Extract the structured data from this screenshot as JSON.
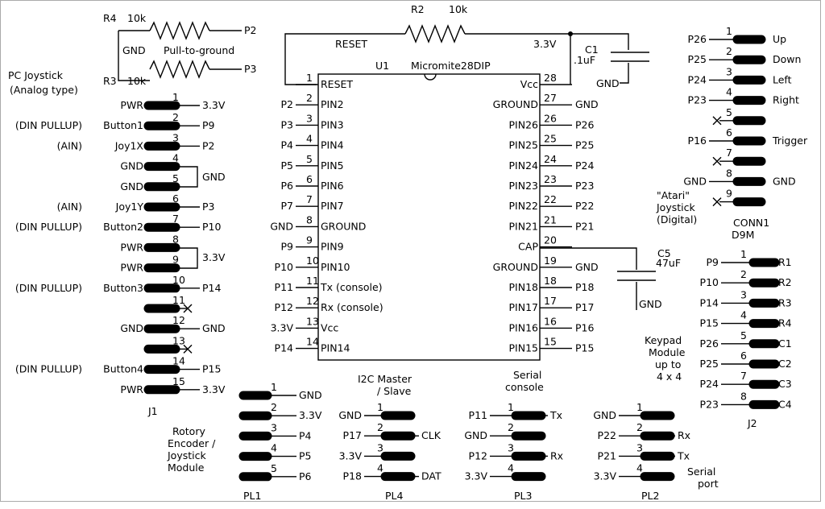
{
  "chip": {
    "ref": "U1",
    "part": "Micromite28DIP",
    "left": [
      {
        "n": "1",
        "name": "RESET",
        "net": ""
      },
      {
        "n": "2",
        "name": "PIN2",
        "net": "P2"
      },
      {
        "n": "3",
        "name": "PIN3",
        "net": "P3"
      },
      {
        "n": "4",
        "name": "PIN4",
        "net": "P4"
      },
      {
        "n": "5",
        "name": "PIN5",
        "net": "P5"
      },
      {
        "n": "6",
        "name": "PIN6",
        "net": "P6"
      },
      {
        "n": "7",
        "name": "PIN7",
        "net": "P7"
      },
      {
        "n": "8",
        "name": "GROUND",
        "net": "GND"
      },
      {
        "n": "9",
        "name": "PIN9",
        "net": "P9"
      },
      {
        "n": "10",
        "name": "PIN10",
        "net": "P10"
      },
      {
        "n": "11",
        "name": "Tx (console)",
        "net": "P11"
      },
      {
        "n": "12",
        "name": "Rx (console)",
        "net": "P12"
      },
      {
        "n": "13",
        "name": "Vcc",
        "net": "3.3V"
      },
      {
        "n": "14",
        "name": "PIN14",
        "net": "P14"
      }
    ],
    "right": [
      {
        "n": "28",
        "name": "Vcc",
        "net": ""
      },
      {
        "n": "27",
        "name": "GROUND",
        "net": "GND"
      },
      {
        "n": "26",
        "name": "PIN26",
        "net": "P26"
      },
      {
        "n": "25",
        "name": "PIN25",
        "net": "P25"
      },
      {
        "n": "24",
        "name": "PIN24",
        "net": "P24"
      },
      {
        "n": "23",
        "name": "PIN23",
        "net": "P23"
      },
      {
        "n": "22",
        "name": "PIN22",
        "net": "P22"
      },
      {
        "n": "21",
        "name": "PIN21",
        "net": "P21"
      },
      {
        "n": "20",
        "name": "CAP",
        "net": ""
      },
      {
        "n": "19",
        "name": "GROUND",
        "net": "GND"
      },
      {
        "n": "18",
        "name": "PIN18",
        "net": "P18"
      },
      {
        "n": "17",
        "name": "PIN17",
        "net": "P17"
      },
      {
        "n": "16",
        "name": "PIN16",
        "net": "P16"
      },
      {
        "n": "15",
        "name": "PIN15",
        "net": "P15"
      }
    ]
  },
  "r2": {
    "ref": "R2",
    "value": "10k",
    "left": "RESET",
    "right": "3.3V"
  },
  "r4": {
    "ref": "R4",
    "value": "10k",
    "net": "P2"
  },
  "r3": {
    "ref": "R3",
    "value": "10k",
    "net": "P3"
  },
  "pulldown": {
    "gnd": "GND",
    "label": "Pull-to-ground"
  },
  "c1": {
    "ref": "C1",
    "value": ".1uF",
    "gnd": "GND"
  },
  "c5": {
    "ref": "C5",
    "value": "47uF",
    "gnd": "GND"
  },
  "j1": {
    "title1": "PC Joystick",
    "title2": "(Analog type)",
    "ref": "J1",
    "pins": [
      {
        "n": "1",
        "label": "PWR",
        "net": "3.3V",
        "note": ""
      },
      {
        "n": "2",
        "label": "Button1",
        "net": "P9",
        "note": "(DIN PULLUP)"
      },
      {
        "n": "3",
        "label": "Joy1X",
        "net": "P2",
        "note": "(AIN)"
      },
      {
        "n": "4",
        "label": "GND",
        "net": "",
        "note": ""
      },
      {
        "n": "5",
        "label": "GND",
        "net": "",
        "note": ""
      },
      {
        "n": "6",
        "label": "Joy1Y",
        "net": "P3",
        "note": "(AIN)"
      },
      {
        "n": "7",
        "label": "Button2",
        "net": "P10",
        "note": "(DIN PULLUP)"
      },
      {
        "n": "8",
        "label": "PWR",
        "net": "",
        "note": ""
      },
      {
        "n": "9",
        "label": "PWR",
        "net": "",
        "note": ""
      },
      {
        "n": "10",
        "label": "Button3",
        "net": "P14",
        "note": "(DIN PULLUP)"
      },
      {
        "n": "11",
        "label": "",
        "net": "",
        "note": ""
      },
      {
        "n": "12",
        "label": "GND",
        "net": "GND",
        "note": ""
      },
      {
        "n": "13",
        "label": "",
        "net": "",
        "note": ""
      },
      {
        "n": "14",
        "label": "Button4",
        "net": "P15",
        "note": "(DIN PULLUP)"
      },
      {
        "n": "15",
        "label": "PWR",
        "net": "3.3V",
        "note": ""
      }
    ],
    "bridge45": "GND",
    "bridge89": "3.3V"
  },
  "conn1": {
    "ref": "CONN1",
    "type": "D9M",
    "desc1": "\"Atari\"",
    "desc2": "Joystick",
    "desc3": "(Digital)",
    "pins": [
      {
        "n": "1",
        "net": "P26",
        "label": "Up"
      },
      {
        "n": "2",
        "net": "P25",
        "label": "Down"
      },
      {
        "n": "3",
        "net": "P24",
        "label": "Left"
      },
      {
        "n": "4",
        "net": "P23",
        "label": "Right"
      },
      {
        "n": "5",
        "net": "",
        "label": ""
      },
      {
        "n": "6",
        "net": "P16",
        "label": "Trigger"
      },
      {
        "n": "7",
        "net": "",
        "label": ""
      },
      {
        "n": "8",
        "net": "GND",
        "label": "GND"
      },
      {
        "n": "9",
        "net": "",
        "label": ""
      }
    ]
  },
  "j2": {
    "ref": "J2",
    "desc1": "Keypad",
    "desc2": "Module",
    "desc3": "up to",
    "desc4": "4 x 4",
    "pins": [
      {
        "n": "1",
        "net": "P9",
        "label": "R1"
      },
      {
        "n": "2",
        "net": "P10",
        "label": "R2"
      },
      {
        "n": "3",
        "net": "P14",
        "label": "R3"
      },
      {
        "n": "4",
        "net": "P15",
        "label": "R4"
      },
      {
        "n": "5",
        "net": "P26",
        "label": "C1"
      },
      {
        "n": "6",
        "net": "P25",
        "label": "C2"
      },
      {
        "n": "7",
        "net": "P24",
        "label": "C3"
      },
      {
        "n": "8",
        "net": "P23",
        "label": "C4"
      }
    ]
  },
  "pl1": {
    "ref": "PL1",
    "desc1": "Rotory",
    "desc2": "Encoder /",
    "desc3": "Joystick",
    "desc4": "Module",
    "pins": [
      {
        "n": "1",
        "net": "GND"
      },
      {
        "n": "2",
        "net": "3.3V"
      },
      {
        "n": "3",
        "net": "P4"
      },
      {
        "n": "4",
        "net": "P5"
      },
      {
        "n": "5",
        "net": "P6"
      }
    ]
  },
  "pl4": {
    "ref": "PL4",
    "title1": "I2C Master",
    "title2": "/ Slave",
    "pins": [
      {
        "n": "1",
        "left": "GND",
        "right": ""
      },
      {
        "n": "2",
        "left": "P17",
        "right": "CLK"
      },
      {
        "n": "3",
        "left": "3.3V",
        "right": ""
      },
      {
        "n": "4",
        "left": "P18",
        "right": "DAT"
      }
    ]
  },
  "pl3": {
    "ref": "PL3",
    "title1": "Serial",
    "title2": "console",
    "pins": [
      {
        "n": "1",
        "left": "P11",
        "right": "Tx"
      },
      {
        "n": "2",
        "left": "GND",
        "right": ""
      },
      {
        "n": "3",
        "left": "P12",
        "right": "Rx"
      },
      {
        "n": "4",
        "left": "3.3V",
        "right": ""
      }
    ]
  },
  "pl2": {
    "ref": "PL2",
    "title1": "Serial",
    "title2": "port",
    "pins": [
      {
        "n": "1",
        "left": "GND",
        "right": ""
      },
      {
        "n": "2",
        "left": "P22",
        "right": "Rx"
      },
      {
        "n": "3",
        "left": "P21",
        "right": "Tx"
      },
      {
        "n": "4",
        "left": "3.3V",
        "right": ""
      }
    ]
  }
}
